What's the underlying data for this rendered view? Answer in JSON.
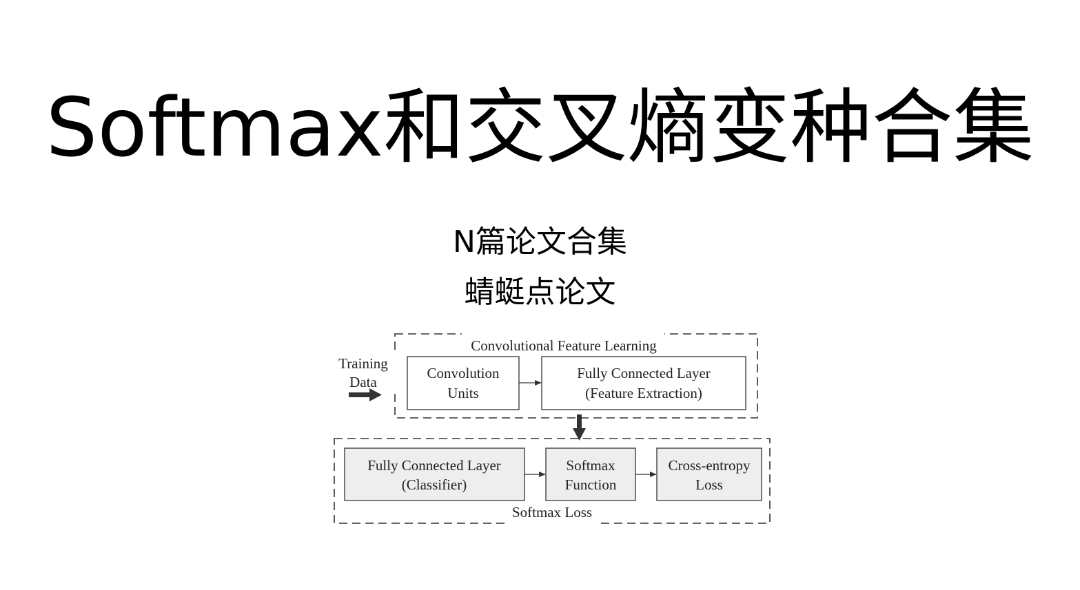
{
  "slide": {
    "title": "Softmax和交叉熵变种合集",
    "subtitle_1": "N篇论文合集",
    "subtitle_2": "蜻蜓点论文"
  },
  "diagram": {
    "input_label_line1": "Training",
    "input_label_line2": "Data",
    "group_top_label": "Convolutional Feature Learning",
    "group_bottom_label": "Softmax Loss",
    "nodes": {
      "conv_units": {
        "line1": "Convolution",
        "line2": "Units"
      },
      "fc_feature": {
        "line1": "Fully Connected Layer",
        "line2": "(Feature Extraction)"
      },
      "fc_classifier": {
        "line1": "Fully Connected Layer",
        "line2": "(Classifier)"
      },
      "softmax_fn": {
        "line1": "Softmax",
        "line2": "Function"
      },
      "ce_loss": {
        "line1": "Cross-entropy",
        "line2": "Loss"
      }
    },
    "colors": {
      "line": "#333333",
      "bottom_box_fill": "#eeeeee",
      "top_box_fill": "#ffffff"
    }
  }
}
